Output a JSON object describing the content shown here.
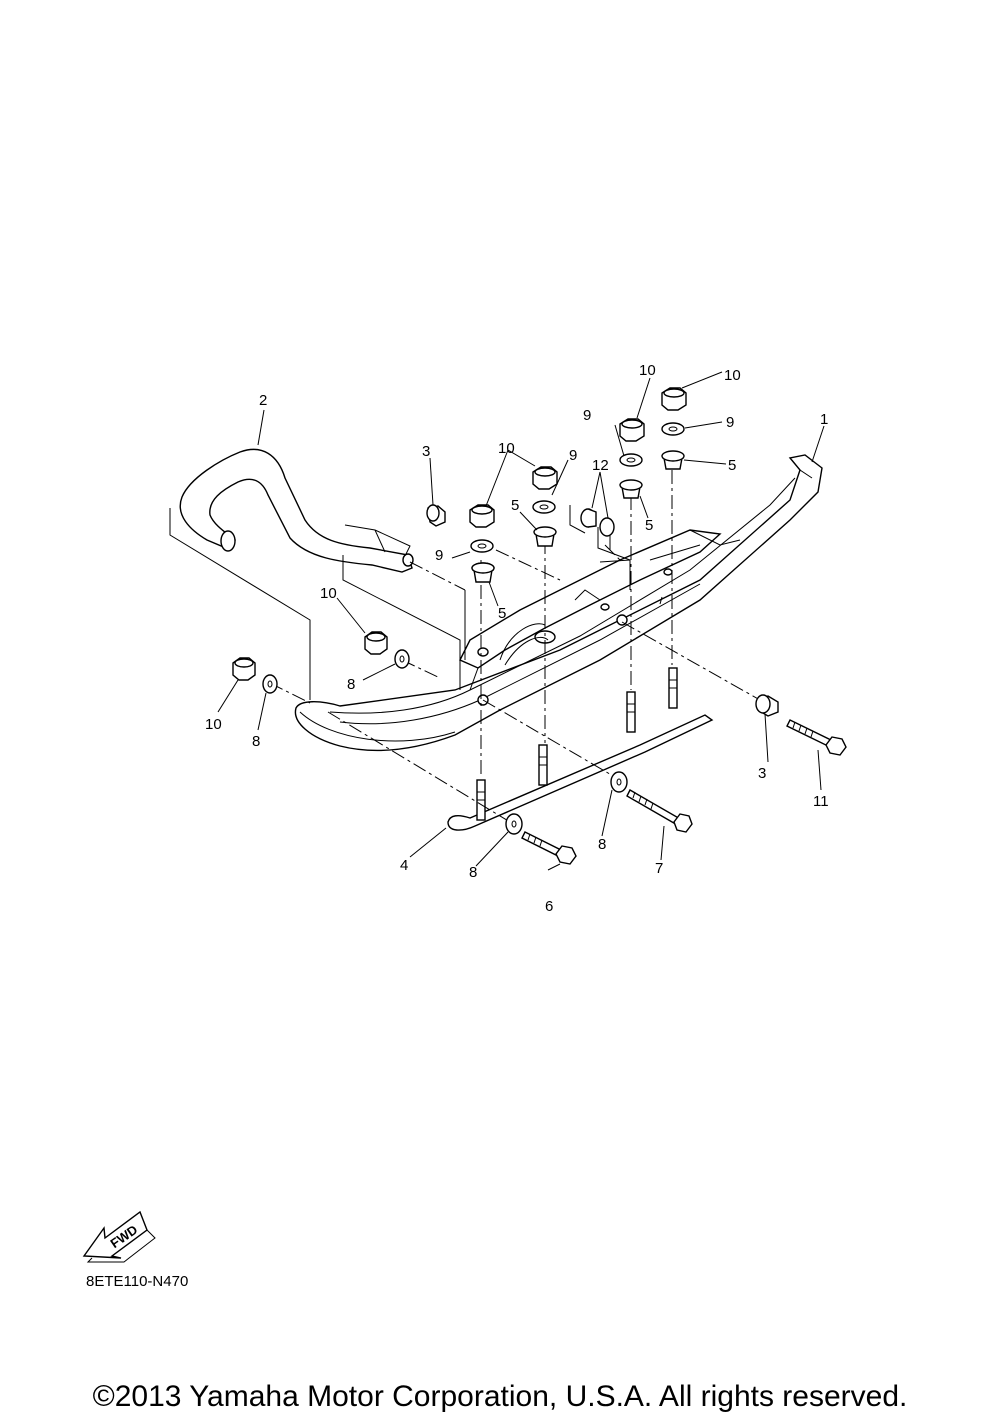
{
  "callouts": {
    "c1": "1",
    "c2": "2",
    "c3a": "3",
    "c3b": "3",
    "c4": "4",
    "c5a": "5",
    "c5b": "5",
    "c5c": "5",
    "c5d": "5",
    "c6": "6",
    "c7": "7",
    "c8a": "8",
    "c8b": "8",
    "c8c": "8",
    "c8d": "8",
    "c9a": "9",
    "c9b": "9",
    "c9c": "9",
    "c9d": "9",
    "c10a": "10",
    "c10b": "10",
    "c10c": "10",
    "c10d": "10",
    "c10e": "10",
    "c11": "11",
    "c12": "12"
  },
  "fwd_label": "FWD",
  "diagram_code": "8ETE110-N470",
  "copyright": "©2013 Yamaha Motor Corporation, U.S.A. All rights reserved."
}
